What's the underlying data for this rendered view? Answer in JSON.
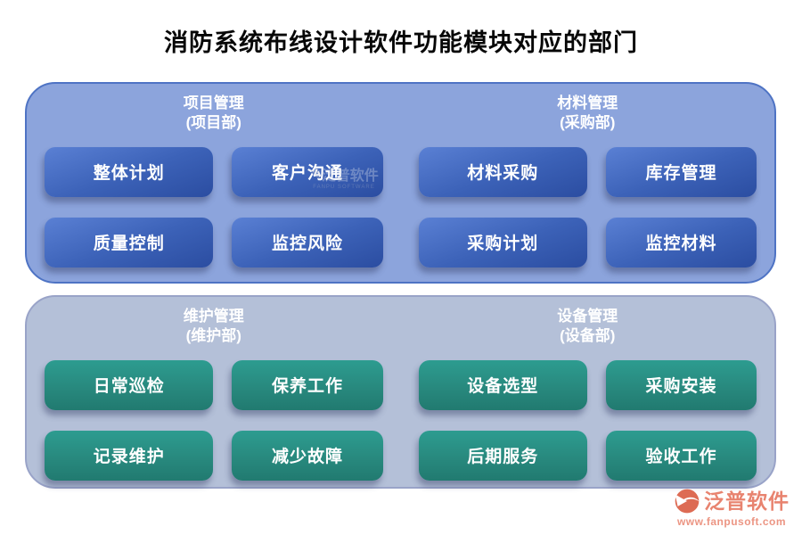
{
  "title": "消防系统布线设计软件功能模块对应的部门",
  "panels": [
    {
      "name": "blue-group",
      "sections": [
        {
          "title": "项目管理",
          "dept": "(项目部)",
          "modules": [
            "整体计划",
            "客户沟通",
            "质量控制",
            "监控风险"
          ]
        },
        {
          "title": "材料管理",
          "dept": "(采购部)",
          "modules": [
            "材料采购",
            "库存管理",
            "采购计划",
            "监控材料"
          ]
        }
      ]
    },
    {
      "name": "teal-group",
      "sections": [
        {
          "title": "维护管理",
          "dept": "(维护部)",
          "modules": [
            "日常巡检",
            "保养工作",
            "记录维护",
            "减少故障"
          ]
        },
        {
          "title": "设备管理",
          "dept": "(设备部)",
          "modules": [
            "设备选型",
            "采购安装",
            "后期服务",
            "验收工作"
          ]
        }
      ]
    }
  ],
  "watermark": {
    "text": "泛普软件",
    "subtext": "FANPU SOFTWARE"
  },
  "branding": {
    "logo_icon": "fanpu-logo-icon",
    "name": "泛普软件",
    "url": "www.fanpusoft.com"
  },
  "colors": {
    "title_text": "#070707",
    "top_panel_bg": "#8CA4DC",
    "top_panel_border": "#4E73C4",
    "bottom_panel_bg": "#B4C0D8",
    "bottom_panel_border": "#99A3C8",
    "blue_button_top": "#5A80D4",
    "blue_button_bottom": "#2B4DA1",
    "teal_button_top": "#2D9C90",
    "teal_button_bottom": "#217A70",
    "button_text": "#FFFFFF",
    "brand_text": "#E8836F",
    "brand_icon": "#DD6B54"
  }
}
